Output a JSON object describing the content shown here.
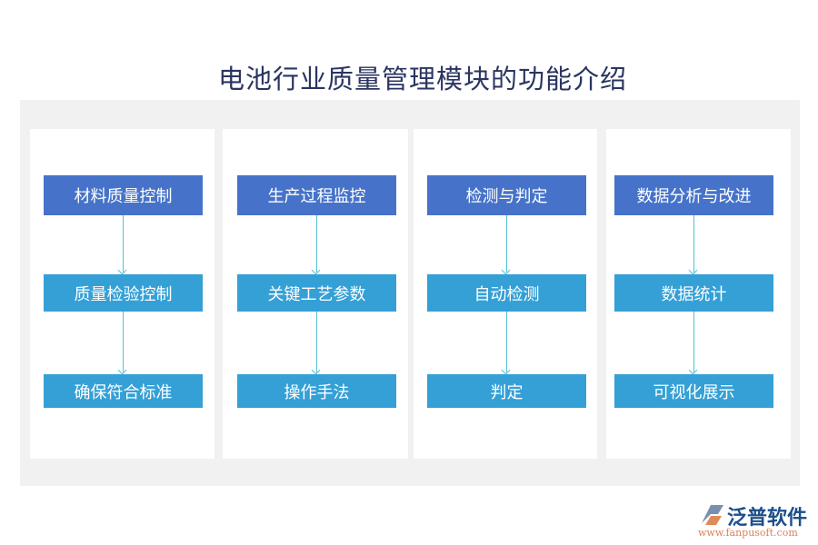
{
  "title": "电池行业质量管理模块的功能介绍",
  "colors": {
    "header_box": "#4673c9",
    "sub_box": "#34a0d6",
    "arrow": "#52c2d4",
    "panel": "#f1f1f1"
  },
  "columns": [
    {
      "items": [
        "材料质量控制",
        "质量检验控制",
        "确保符合标准"
      ]
    },
    {
      "items": [
        "生产过程监控",
        "关键工艺参数",
        "操作手法"
      ]
    },
    {
      "items": [
        "检测与判定",
        "自动检测",
        "判定"
      ]
    },
    {
      "items": [
        "数据分析与改进",
        "数据统计",
        "可视化展示"
      ]
    }
  ],
  "logo": {
    "name": "泛普软件",
    "url": "www.fanpusoft.com"
  }
}
